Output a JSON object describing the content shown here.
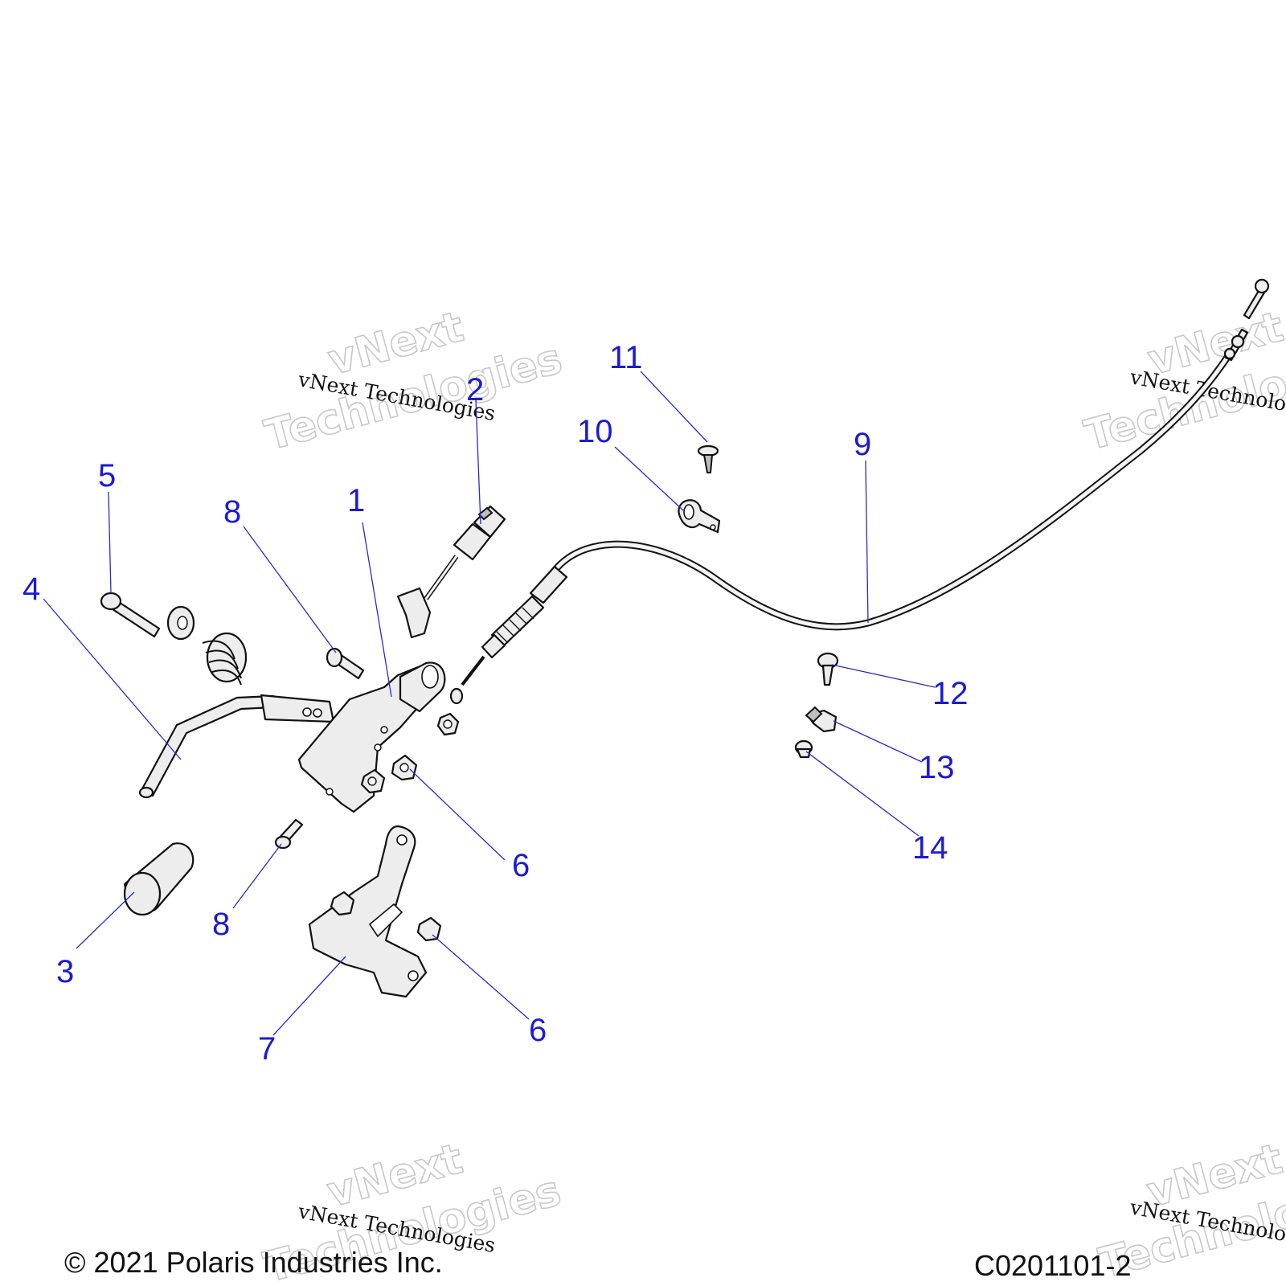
{
  "watermark": {
    "big_line1": "vNext",
    "big_line2": "Technologies",
    "small": "vNext Technologies"
  },
  "callouts": {
    "c1": "1",
    "c2": "2",
    "c3": "3",
    "c4": "4",
    "c5": "5",
    "c6a": "6",
    "c6b": "6",
    "c7": "7",
    "c8a": "8",
    "c8b": "8",
    "c9": "9",
    "c10": "10",
    "c11": "11",
    "c12": "12",
    "c13": "13",
    "c14": "14"
  },
  "footer": {
    "copyright": "© 2021 Polaris Industries Inc.",
    "drawing_id": "C0201101-2"
  },
  "colors": {
    "callout": "#1a1ad6",
    "line": "#111111"
  }
}
